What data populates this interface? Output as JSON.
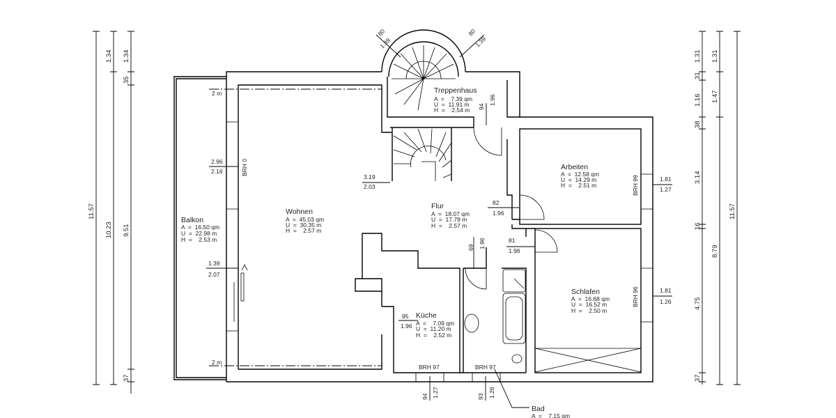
{
  "rooms": {
    "treppenhaus": {
      "name": "Treppenhaus",
      "a": "A  =    7.39 qm",
      "u": "U  =  11.91 m",
      "h": "H  =    2.54 m"
    },
    "wohnen": {
      "name": "Wohnen",
      "a": "A  =  45.03 qm",
      "u": "U  =  30.35 m",
      "h": "H  =    2.57 m"
    },
    "balkon": {
      "name": "Balkon",
      "a": "A  =  16.50 qm",
      "u": "U  =  22.98 m",
      "h": "H  =    2.53 m"
    },
    "flur": {
      "name": "Flur",
      "a": "A  =  18.07 qm",
      "u": "U  =  17.79 m",
      "h": "H  =    2.57 m"
    },
    "arbeiten": {
      "name": "Arbeiten",
      "a": "A  =  12.58 qm",
      "u": "U  =  14.29 m",
      "h": "H  =    2.51 m"
    },
    "kueche": {
      "name": "Küche",
      "a": "A  =    7.09 qm",
      "u": "U  =  11.20 m",
      "h": "H  =    2.52 m"
    },
    "schlafen": {
      "name": "Schlafen",
      "a": "A  =  16.68 qm",
      "u": "U  =  16.52 m",
      "h": "H  =    2.50 m"
    },
    "bad": {
      "name": "Bad",
      "a": "A  =    7.15 qm"
    }
  },
  "dimensions": {
    "left": [
      "11.57",
      "1.34",
      "10.23",
      "1.34",
      "35",
      "9.51",
      "37"
    ],
    "right": [
      "1.31",
      "31",
      "1.16",
      "38",
      "3.14",
      "16",
      "4.75",
      "37",
      "1.31",
      "1.47",
      "8.79",
      "11.57"
    ],
    "stair": [
      "80",
      "1.39",
      "80",
      "1.39"
    ],
    "openings": [
      "2 m",
      "2.96",
      "2.16",
      "BRH 0",
      "3.19",
      "2.03",
      "94",
      "1.96",
      "82",
      "1.96",
      "81",
      "1.96",
      "69",
      "1.96",
      "BRH 99",
      "1.81",
      "1.27",
      "1.39",
      "2.07",
      "BRH 96",
      "1.81",
      "1.26",
      "95",
      "1.96",
      "BRH 97",
      "BRH 97",
      "94",
      "1.27",
      "93",
      "1.26",
      "2 m"
    ]
  }
}
